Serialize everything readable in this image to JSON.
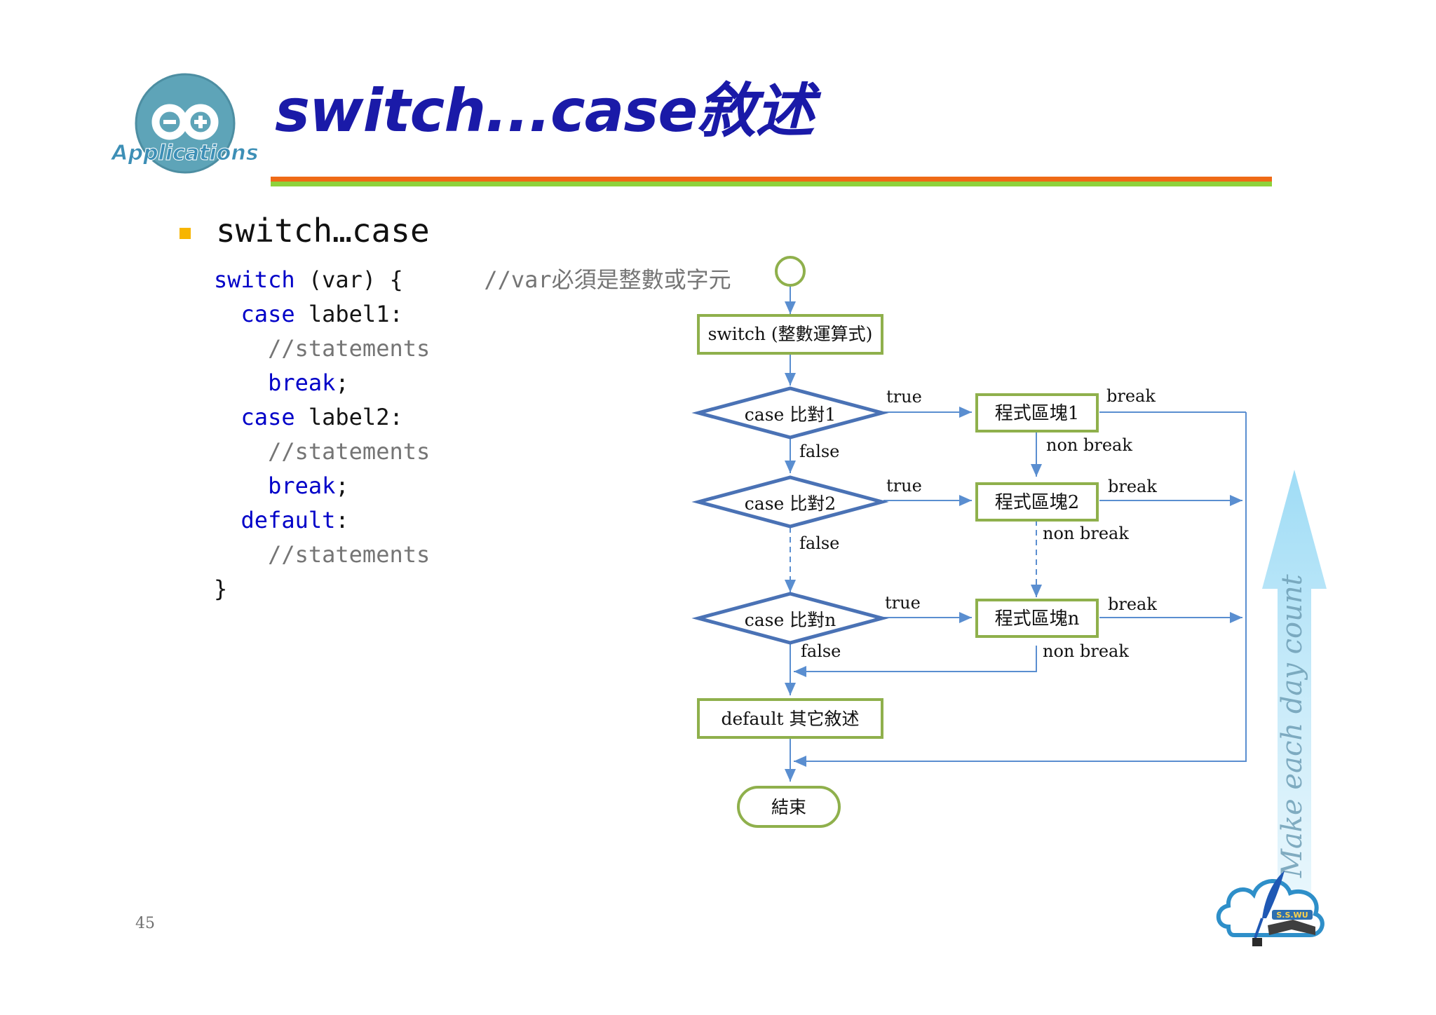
{
  "header": {
    "logo_text": "Applications",
    "title": "switch...case敘述"
  },
  "slide": {
    "subtitle": "switch…case",
    "page_number": "45"
  },
  "code": {
    "lines": [
      {
        "kw": "switch",
        "text": " (var) {",
        "comment": "      //var必須是整數或字元"
      },
      {
        "indent": "  ",
        "kw": "case",
        "text": " label1:"
      },
      {
        "indent": "    ",
        "comment": "//statements"
      },
      {
        "indent": "    ",
        "kw": "break",
        "text": ";"
      },
      {
        "indent": "  ",
        "kw": "case",
        "text": " label2:"
      },
      {
        "indent": "    ",
        "comment": "//statements"
      },
      {
        "indent": "    ",
        "kw": "break",
        "text": ";"
      },
      {
        "indent": "  ",
        "kw": "default",
        "text": ":"
      },
      {
        "indent": "    ",
        "comment": "//statements"
      },
      {
        "text": "}"
      }
    ]
  },
  "flowchart": {
    "switch_box": "switch (整數運算式)",
    "decisions": [
      "case 比對1",
      "case 比對2",
      "case 比對n"
    ],
    "blocks": [
      "程式區塊1",
      "程式區塊2",
      "程式區塊n"
    ],
    "default_box": "default 其它敘述",
    "end": "結束",
    "true_label": "true",
    "false_label": "false",
    "break_label": "break",
    "non_break_label": "non break"
  },
  "side_text": "Make each day count",
  "brand_logo_text": "S.S.WU",
  "colors": {
    "title": "#1a1aa8",
    "keyword": "#0000c8",
    "comment": "#757575",
    "box_border": "#8fb04c",
    "diamond_border": "#4a72b5",
    "arrow": "#5a8ed0",
    "rule_orange": "#ef6a16",
    "rule_green": "#8ed23c",
    "bullet": "#f7b500"
  }
}
